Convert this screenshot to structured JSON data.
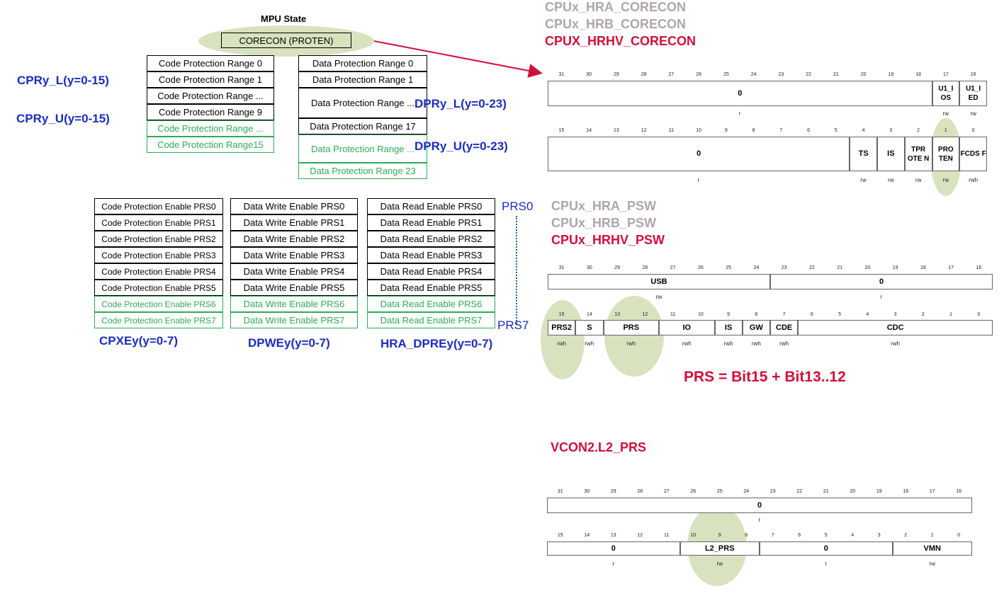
{
  "mpu_state": {
    "title": "MPU State",
    "corecon": "CORECON (PROTEN)"
  },
  "code_ranges": [
    {
      "text": "Code Protection Range 0",
      "green": false
    },
    {
      "text": "Code Protection Range 1",
      "green": false
    },
    {
      "text": "Code Protection Range ...",
      "green": false
    },
    {
      "text": "Code Protection Range 9",
      "green": false
    },
    {
      "text": "Code Protection Range ...",
      "green": true
    },
    {
      "text": "Code Protection Range15",
      "green": true
    }
  ],
  "data_ranges": [
    {
      "text": "Data Protection Range 0",
      "green": false
    },
    {
      "text": "Data Protection Range 1",
      "green": false
    },
    {
      "text": "Data Protection Range ...",
      "green": false
    },
    {
      "text": "Data Protection Range 17",
      "green": false
    },
    {
      "text": "Data Protection Range ...",
      "green": true
    },
    {
      "text": "Data Protection Range 23",
      "green": true
    }
  ],
  "labels": {
    "cpr_l": "CPRy_L(y=0-15)",
    "cpr_u": "CPRy_U(y=0-15)",
    "dpr_l": "DPRy_L(y=0-23)",
    "dpr_u": "DPRy_U(y=0-23)",
    "prs0": "PRS0",
    "prs7": "PRS7",
    "cpxe": "CPXEy(y=0-7)",
    "dpwe": "DPWEy(y=0-7)",
    "dpre": "HRA_DPREy(y=0-7)"
  },
  "code_enable": [
    "Code Protection Enable PRS0",
    "Code Protection Enable PRS1",
    "Code Protection Enable PRS2",
    "Code Protection Enable PRS3",
    "Code Protection Enable PRS4",
    "Code Protection Enable PRS5",
    "Code Protection Enable PRS6",
    "Code Protection Enable PRS7"
  ],
  "write_enable": [
    "Data Write Enable PRS0",
    "Data Write Enable PRS1",
    "Data Write Enable PRS2",
    "Data Write Enable PRS3",
    "Data Write Enable PRS4",
    "Data Write Enable PRS5",
    "Data Write Enable PRS6",
    "Data Write Enable PRS7"
  ],
  "read_enable": [
    "Data Read Enable PRS0",
    "Data Read Enable PRS1",
    "Data Read Enable PRS2",
    "Data Read Enable PRS3",
    "Data Read Enable PRS4",
    "Data Read Enable PRS5",
    "Data Read Enable PRS6",
    "Data Read Enable PRS7"
  ],
  "corecon_titles": [
    {
      "text": "CPUx_HRA_CORECON",
      "style": "grey"
    },
    {
      "text": "CPUx_HRB_CORECON",
      "style": "grey"
    },
    {
      "text": "CPUX_HRHV_CORECON",
      "style": "red"
    }
  ],
  "psw_titles": [
    {
      "text": "CPUx_HRA_PSW",
      "style": "grey"
    },
    {
      "text": "CPUx_HRB_PSW",
      "style": "grey"
    },
    {
      "text": "CPUx_HRHV_PSW",
      "style": "red"
    }
  ],
  "prs_note": "PRS = Bit15 + Bit13..12",
  "vcon_title": "VCON2.L2_PRS",
  "registers": {
    "corecon_hi": {
      "fields": [
        {
          "hi": 31,
          "lo": 18,
          "name": "0",
          "access": "r"
        },
        {
          "hi": 17,
          "lo": 17,
          "name": "U1_I OS",
          "access": "rw"
        },
        {
          "hi": 16,
          "lo": 16,
          "name": "U1_I ED",
          "access": "rw"
        }
      ]
    },
    "corecon_lo": {
      "fields": [
        {
          "hi": 15,
          "lo": 5,
          "name": "0",
          "access": "r"
        },
        {
          "hi": 4,
          "lo": 4,
          "name": "TS",
          "access": "rw"
        },
        {
          "hi": 3,
          "lo": 3,
          "name": "IS",
          "access": "rw"
        },
        {
          "hi": 2,
          "lo": 2,
          "name": "TPR OTE N",
          "access": "rw"
        },
        {
          "hi": 1,
          "lo": 1,
          "name": "PRO TEN",
          "access": "rw"
        },
        {
          "hi": 0,
          "lo": 0,
          "name": "FCDS F",
          "access": "rwh"
        }
      ]
    },
    "psw_hi": {
      "fields": [
        {
          "hi": 31,
          "lo": 24,
          "name": "USB",
          "access": "rw"
        },
        {
          "hi": 23,
          "lo": 16,
          "name": "0",
          "access": "r"
        }
      ]
    },
    "psw_lo": {
      "fields": [
        {
          "hi": 15,
          "lo": 15,
          "name": "PRS2",
          "access": "rwh"
        },
        {
          "hi": 14,
          "lo": 14,
          "name": "S",
          "access": "rwh"
        },
        {
          "hi": 13,
          "lo": 12,
          "name": "PRS",
          "access": "rwh"
        },
        {
          "hi": 11,
          "lo": 10,
          "name": "IO",
          "access": "rwh"
        },
        {
          "hi": 9,
          "lo": 9,
          "name": "IS",
          "access": "rwh"
        },
        {
          "hi": 8,
          "lo": 8,
          "name": "GW",
          "access": "rwh"
        },
        {
          "hi": 7,
          "lo": 7,
          "name": "CDE",
          "access": "rwh"
        },
        {
          "hi": 6,
          "lo": 0,
          "name": "CDC",
          "access": "rwh"
        }
      ]
    },
    "vcon_hi": {
      "fields": [
        {
          "hi": 31,
          "lo": 16,
          "name": "0",
          "access": "r"
        }
      ]
    },
    "vcon_lo": {
      "fields": [
        {
          "hi": 15,
          "lo": 11,
          "name": "0",
          "access": "r"
        },
        {
          "hi": 10,
          "lo": 8,
          "name": "L2_PRS",
          "access": "rw"
        },
        {
          "hi": 7,
          "lo": 3,
          "name": "0",
          "access": "r"
        },
        {
          "hi": 2,
          "lo": 0,
          "name": "VMN",
          "access": "rw"
        }
      ]
    }
  }
}
